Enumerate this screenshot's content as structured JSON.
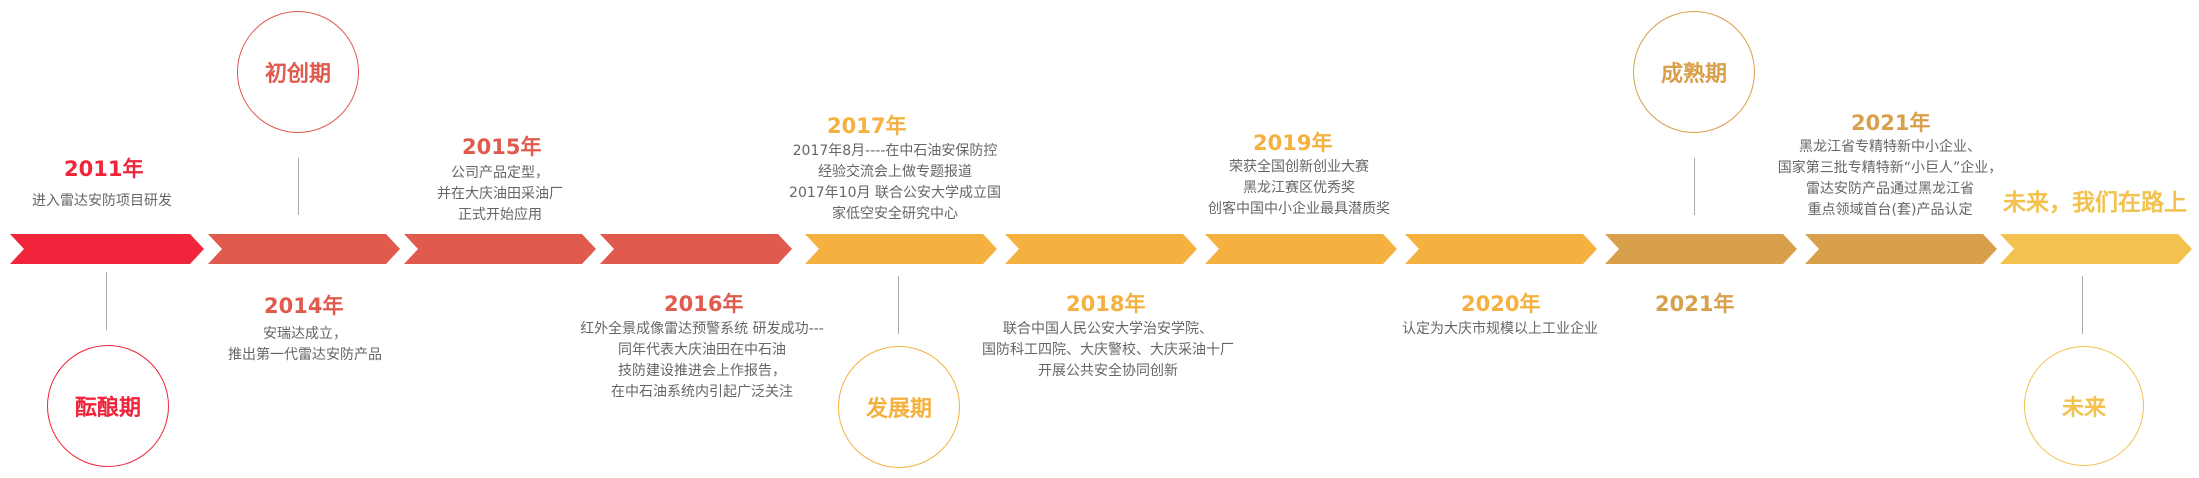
{
  "colors": {
    "red1": "#f0243a",
    "red2": "#e05a4e",
    "orange": "#f5b13f",
    "brown": "#d9a04b",
    "yellow": "#f2c14e",
    "desc_text": "#666666"
  },
  "phases": {
    "incubation": "酝酿期",
    "startup": "初创期",
    "development": "发展期",
    "maturity": "成熟期",
    "future": "未来"
  },
  "slogan": "未来，我们在路上",
  "milestones": {
    "y2011": {
      "year": "2011年",
      "desc": "进入雷达安防项目研发"
    },
    "y2014": {
      "year": "2014年",
      "line1": "安瑞达成立，",
      "line2": "推出第一代雷达安防产品"
    },
    "y2015": {
      "year": "2015年",
      "line1": "公司产品定型，",
      "line2": "并在大庆油田采油厂",
      "line3": "正式开始应用"
    },
    "y2016": {
      "year": "2016年",
      "line1": "红外全景成像雷达预警系统 研发成功---",
      "line2": "同年代表大庆油田在中石油",
      "line3": "技防建设推进会上作报告，",
      "line4": "在中石油系统内引起广泛关注"
    },
    "y2017": {
      "year": "2017年",
      "line1": "2017年8月----在中石油安保防控",
      "line2": "经验交流会上做专题报道",
      "line3": "2017年10月 联合公安大学成立国",
      "line4": "家低空安全研究中心"
    },
    "y2018": {
      "year": "2018年",
      "line1": "联合中国人民公安大学治安学院、",
      "line2": "国防科工四院、大庆警校、大庆采油十厂",
      "line3": "开展公共安全协同创新"
    },
    "y2019": {
      "year": "2019年",
      "line1": "荣获全国创新创业大赛",
      "line2": "黑龙江赛区优秀奖",
      "line3": "创客中国中小企业最具潜质奖"
    },
    "y2020": {
      "year": "2020年",
      "desc": "认定为大庆市规模以上工业企业"
    },
    "y2021a": {
      "year": "2021年"
    },
    "y2021b": {
      "year": "2021年",
      "line1": "黑龙江省专精特新中小企业、",
      "line2": "国家第三批专精特新“小巨人”企业，",
      "line3": "雷达安防产品通过黑龙江省",
      "line4": "重点领域首台(套)产品认定"
    }
  }
}
